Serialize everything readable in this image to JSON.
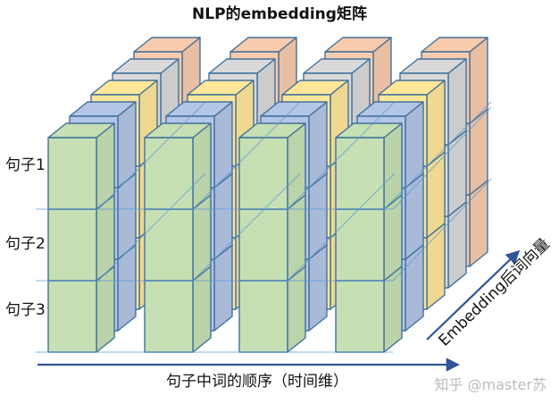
{
  "title": "NLP的embedding矩阵",
  "row_labels": [
    "句子1",
    "句子2",
    "句子3"
  ],
  "time_axis_label": "句子中词的顺序（时间维）",
  "embedding_axis_label": "Embedding后词向量",
  "watermark": "知乎 @master苏",
  "colors": {
    "front_layer": "#c6e0b4",
    "layer_2": "#b4c6e7",
    "layer_3": "#ffe699",
    "layer_4": "#d9d9d9",
    "layer_5": "#f8cbad",
    "cube_edge": "#41719c",
    "axis_arrow": "#2f5597",
    "grid_line": "#5b9bd5"
  },
  "structure": {
    "time_columns": 4,
    "sentences": 3,
    "embedding_layers": 5
  }
}
